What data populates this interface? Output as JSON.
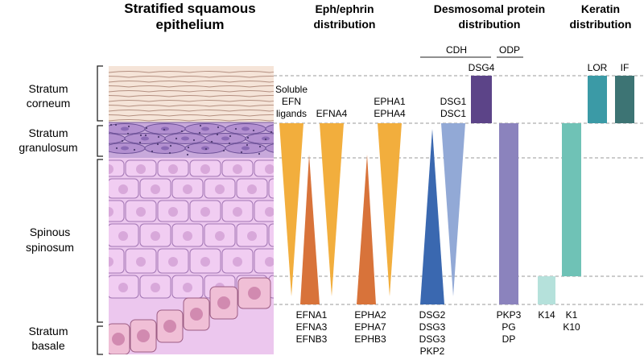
{
  "headers": {
    "epithelium": [
      "Stratified squamous",
      "epithelium"
    ],
    "eph": [
      "Eph/ephrin",
      "distribution"
    ],
    "desmo": [
      "Desmosomal protein",
      "distribution"
    ],
    "keratin": [
      "Keratin",
      "distribution"
    ]
  },
  "layers": {
    "corneum": [
      "Stratum",
      "corneum"
    ],
    "granulosum": [
      "Stratum",
      "granulosum"
    ],
    "spinosum": [
      "Spinous",
      "spinosum"
    ],
    "basale": [
      "Stratum",
      "basale"
    ]
  },
  "groups": {
    "cdh": "CDH",
    "odp": "ODP"
  },
  "top_labels": {
    "soluble": [
      "Soluble",
      "EFN",
      "ligands"
    ],
    "efna4": "EFNA4",
    "epha": [
      "EPHA1",
      "EPHA4"
    ],
    "dsg1": [
      "DSG1",
      "DSC1"
    ],
    "dsg4": "DSG4",
    "lor": "LOR",
    "if": "IF"
  },
  "bottom_labels": {
    "efna": [
      "EFNA1",
      "EFNA3",
      "EFNB3"
    ],
    "epha2": [
      "EPHA2",
      "EPHA7",
      "EPHB3"
    ],
    "dsg2": [
      "DSG2",
      "DSG3",
      "DSG3",
      "PKP2"
    ],
    "pkp3": [
      "PKP3",
      "PG",
      "DP"
    ],
    "k14": "K14",
    "k1": [
      "K1",
      "K10"
    ]
  },
  "colors": {
    "yellow": "#f2ae3d",
    "orange": "#d8733a",
    "blue": "#3a68b0",
    "lightblue": "#92a9d6",
    "purple_dark": "#5c4488",
    "purple_mid": "#8b83bd",
    "teal_dark": "#3b9aa6",
    "teal_darker": "#3d7474",
    "teal_mid": "#6fc2b6",
    "teal_light": "#b5e1db",
    "corneum": "#f5e4d8",
    "granulosum": "#c8a9db",
    "spinous": "#ecc7ee",
    "basale": "#f0bfd6"
  }
}
